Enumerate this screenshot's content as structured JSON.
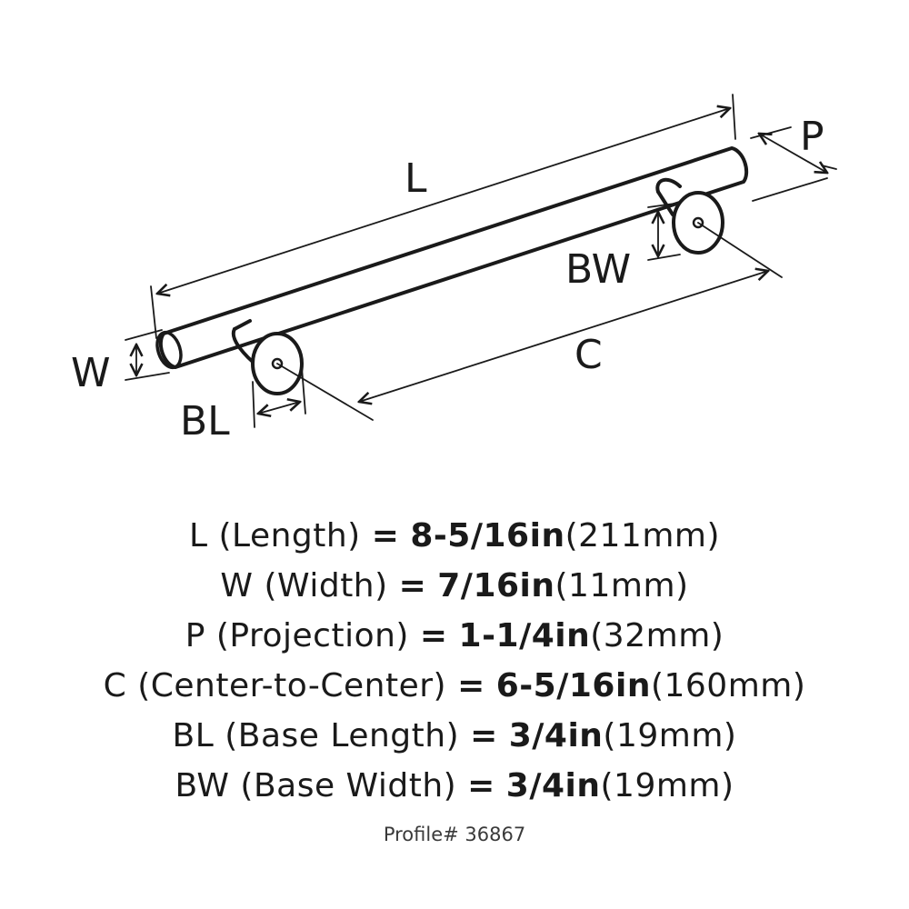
{
  "diagram": {
    "labels": {
      "L": "L",
      "P": "P",
      "BW": "BW",
      "W": "W",
      "C": "C",
      "BL": "BL"
    }
  },
  "specs": [
    {
      "code": "L",
      "name": "(Length)",
      "imperial": "8-5/16in",
      "metric": "(211mm)"
    },
    {
      "code": "W",
      "name": "(Width)",
      "imperial": "7/16in",
      "metric": "(11mm)"
    },
    {
      "code": "P",
      "name": "(Projection)",
      "imperial": "1-1/4in",
      "metric": "(32mm)"
    },
    {
      "code": "C",
      "name": "(Center-to-Center)",
      "imperial": "6-5/16in",
      "metric": "(160mm)"
    },
    {
      "code": "BL",
      "name": "(Base Length)",
      "imperial": "3/4in",
      "metric": "(19mm)"
    },
    {
      "code": "BW",
      "name": "(Base Width)",
      "imperial": "3/4in",
      "metric": "(19mm)"
    }
  ],
  "equals": "=",
  "profile": "Profile# 36867",
  "colors": {
    "ink": "#1a1a1a",
    "background": "#ffffff"
  }
}
